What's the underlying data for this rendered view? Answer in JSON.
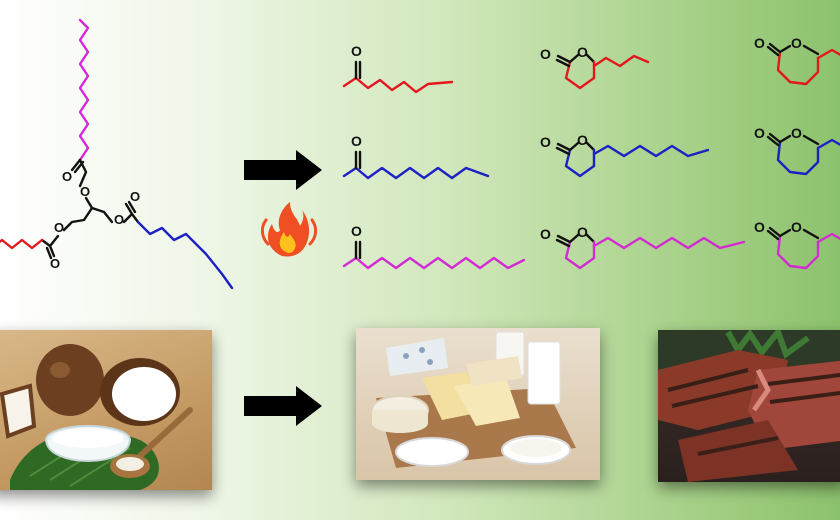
{
  "label": {
    "carbonyl_O": "O",
    "ester_O": "O"
  },
  "colors": {
    "C8": "#e3171d",
    "C10": "#1d21c4",
    "C12": "#d42ad4",
    "bond": "#111111",
    "arrow": "#000000",
    "flame_outer": "#f04e23",
    "flame_inner": "#ffc21c",
    "leaf": "#2f6a25",
    "coconut_shell": "#6b3f1f",
    "cheese": "#f3dfa0",
    "steak": "#8b3a2a"
  },
  "icons": {
    "reaction_arrow": "right-arrow-icon",
    "heat": "fire-icon"
  },
  "photos": [
    "coconut-oil-photo",
    "dairy-products-photo",
    "grilled-steak-photo"
  ]
}
